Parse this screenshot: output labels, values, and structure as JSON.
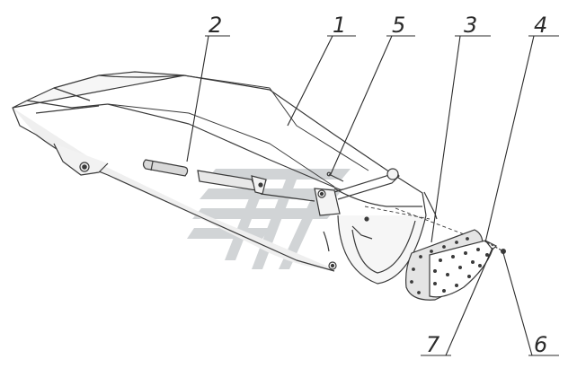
{
  "callouts": {
    "c1": "1",
    "c2": "2",
    "c3": "3",
    "c4": "4",
    "c5": "5",
    "c6": "6",
    "c7": "7"
  },
  "colors": {
    "line": "#3a3a3a",
    "shade": "#e6e6e6",
    "watermark": "#c9cdd0"
  }
}
